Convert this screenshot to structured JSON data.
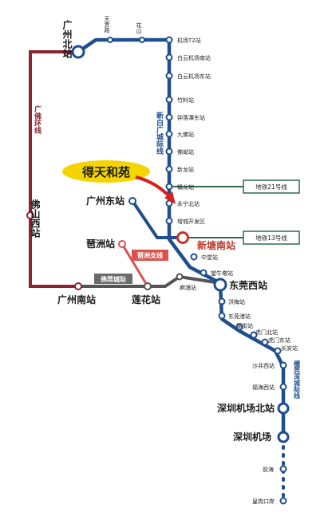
{
  "colors": {
    "main_line": "#1f4e8c",
    "guangfo_line": "#8b2332",
    "foguan_line": "#555555",
    "pazhou_branch": "#d9534f",
    "metro21_box": "#2f6b4c",
    "metro13_box": "#2f6b4c",
    "xintang_ring": "#c0392b",
    "callout_fill": "#f5d400",
    "arrow": "#d62020"
  },
  "stations": {
    "guangzhou_north": "广州北站",
    "tiangui_road": "天贵路",
    "huashan": "花山",
    "airport_t2": "机场T2站",
    "baiyun_airport_south": "白云机场南站",
    "baiyun_airport_east": "白云机场东站",
    "zhuliao": "竹料站",
    "zhongluotan_east": "钟落潭东站",
    "jiufo": "九佛站",
    "fokan": "佛坳站",
    "xinlong": "新龙站",
    "zhenlong": "镇龙站",
    "yongning_north": "永宁北站",
    "zengcheng_dev": "增城开发区",
    "guangzhou_east": "广州东站",
    "xintang_south": "新塘南站",
    "zhongtang": "中堂站",
    "wangniudun": "望牛墩站",
    "pazhou": "琶洲站",
    "dongguan_west": "东莞西站",
    "mayong": "麻涌站",
    "guangzhou_south": "广州南站",
    "lianhua": "莲花站",
    "foshan_west": "佛山西站",
    "hongmei": "洪梅站",
    "dongguan_port": "东莞港站",
    "houjie": "厚街站",
    "humen_north": "虎门北站",
    "humen_east": "虎门东站",
    "chang_an": "长安站",
    "shajing_west": "沙井西站",
    "fuhai_west": "福海西站",
    "shenzhen_airport_north": "深圳机场北站",
    "shenzhen_airport": "深圳机场",
    "qianhai": "前海",
    "huanggang_port": "皇岗口岸"
  },
  "lines": {
    "guangfo_ring": "广佛环线",
    "xinbai_intercity": "新白广城际线",
    "foguan_intercity": "佛莞城际",
    "pazhou_branch": "琶洲支线",
    "guanshen_intercity": "穗莞深城际线",
    "metro21": "地铁21号线",
    "metro13": "地铁13号线"
  },
  "callout": {
    "label": "得天和苑"
  }
}
